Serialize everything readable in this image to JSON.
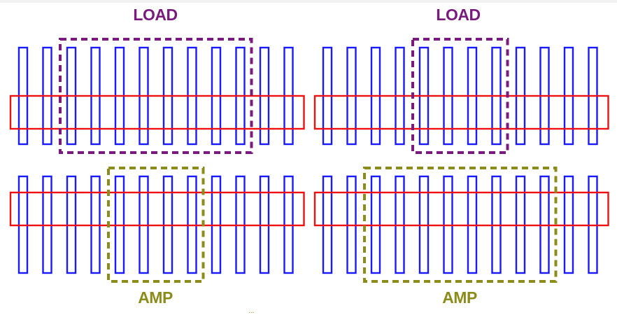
{
  "labels": {
    "load": "LOAD",
    "amp": "AMP",
    "stray_mark": "..."
  },
  "colors": {
    "finger": "#1a1aff",
    "diffusion": "#ee1111",
    "load": "#7b1a7e",
    "amp": "#8c8c1a",
    "background": "#ffffff"
  },
  "structures": {
    "finger_count_per_array": 12,
    "arrays": [
      {
        "name": "top-left",
        "highlight": "load",
        "highlighted_fingers": [
          3,
          10
        ]
      },
      {
        "name": "top-right",
        "highlight": "load",
        "highlighted_fingers": [
          5,
          8
        ]
      },
      {
        "name": "bottom-left",
        "highlight": "amp",
        "highlighted_fingers": [
          5,
          8
        ]
      },
      {
        "name": "bottom-right",
        "highlight": "amp",
        "highlighted_fingers": [
          3,
          10
        ]
      }
    ]
  }
}
